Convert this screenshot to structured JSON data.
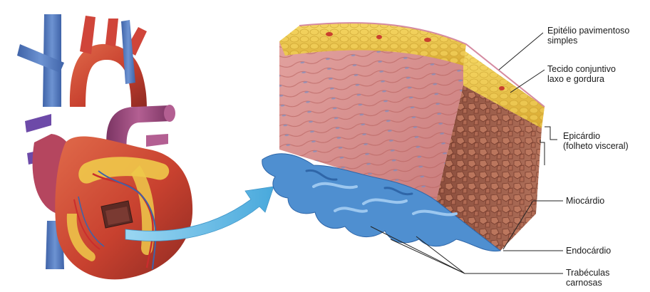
{
  "labels": {
    "epitelio": {
      "line1": "Epitélio pavimentoso",
      "line2": "simples"
    },
    "tecido": {
      "line1": "Tecido conjuntivo",
      "line2": "laxo e gordura"
    },
    "epicardio": {
      "line1": "Epicárdio",
      "line2": "(folheto visceral)"
    },
    "miocardio": {
      "line1": "Miocárdio"
    },
    "endocardio": {
      "line1": "Endocárdio"
    },
    "trabeculas": {
      "line1": "Trabéculas",
      "line2": "carnosas"
    }
  },
  "colors": {
    "background": "#ffffff",
    "heart_red": "#c8412f",
    "aorta_red": "#d0453a",
    "vein_blue": "#5b7fbf",
    "pulmonary_purple": "#9a4a7a",
    "fat_yellow": "#efc94a",
    "myocardium_pink": "#d98b8b",
    "myocardium_dark": "#9c5a44",
    "endocardium_blue": "#4f8fd0",
    "arrow_blue": "#6fbfe8",
    "leader_line": "#222222"
  }
}
